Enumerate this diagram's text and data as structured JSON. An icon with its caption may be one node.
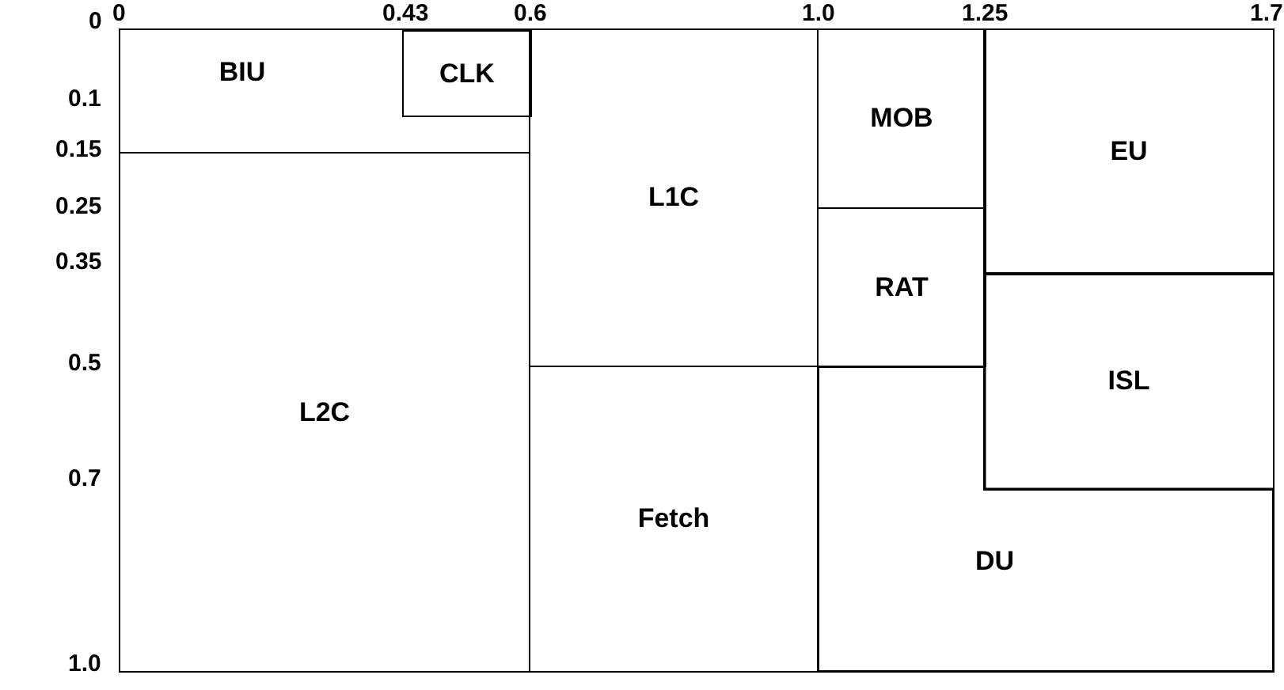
{
  "diagram": {
    "nodes": [
      {
        "text": [
          "BIU"
        ]
      },
      {
        "text": [
          "CLK"
        ],
        "in": 0
      },
      {
        "text": [
          "L2C"
        ]
      },
      {
        "text": [
          "L1C"
        ]
      },
      {
        "text": [
          "MOB"
        ]
      },
      {
        "text": [
          "EU"
        ]
      },
      {
        "text": [
          "RAT"
        ]
      },
      {
        "text": [
          "ISL"
        ]
      },
      {
        "text": [
          "Fetch"
        ]
      },
      {
        "text": [
          "DU"
        ]
      }
    ],
    "labels": [
      "0",
      "0",
      "0.43",
      "0.6",
      "1.0",
      "1.25",
      "1.7",
      "0.1",
      "0.15",
      "0.25",
      "0.35",
      "0.5",
      "0.7",
      "1.0"
    ]
  }
}
